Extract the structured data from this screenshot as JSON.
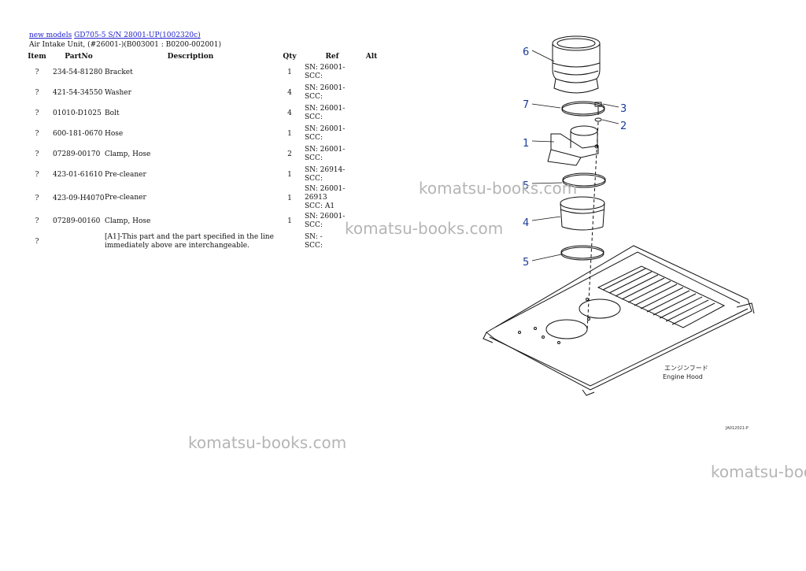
{
  "breadcrumb": {
    "link1": "new models",
    "link2": "GD705-5 S/N 28001-UP(1002320c)"
  },
  "subtitle": "Air Intake Unit, (#26001-)(B003001 : B0200-002001)",
  "table": {
    "headers": {
      "item": "Item",
      "partno": "PartNo",
      "description": "Description",
      "qty": "Qty",
      "ref": "Ref",
      "alt": "Alt"
    },
    "rows": [
      {
        "item": "?",
        "partno": "234-54-81280",
        "description": "Bracket",
        "qty": "1",
        "ref1": "SN: 26001-",
        "ref2": "SCC:"
      },
      {
        "item": "?",
        "partno": "421-54-34550",
        "description": "Washer",
        "qty": "4",
        "ref1": "SN: 26001-",
        "ref2": "SCC:"
      },
      {
        "item": "?",
        "partno": "01010-D1025",
        "description": "Bolt",
        "qty": "4",
        "ref1": "SN: 26001-",
        "ref2": "SCC:"
      },
      {
        "item": "?",
        "partno": "600-181-0670",
        "description": "Hose",
        "qty": "1",
        "ref1": "SN: 26001-",
        "ref2": "SCC:"
      },
      {
        "item": "?",
        "partno": "07289-00170",
        "description": "Clamp, Hose",
        "qty": "2",
        "ref1": "SN: 26001-",
        "ref2": "SCC:"
      },
      {
        "item": "?",
        "partno": "423-01-61610",
        "description": "Pre-cleaner",
        "qty": "1",
        "ref1": "SN: 26914-",
        "ref2": "SCC:"
      },
      {
        "item": "?",
        "partno": "423-09-H4070",
        "description": "Pre-cleaner",
        "qty": "1",
        "ref1": "SN: 26001-26913",
        "ref2": "SCC: A1"
      },
      {
        "item": "?",
        "partno": "07289-00160",
        "description": "Clamp, Hose",
        "qty": "1",
        "ref1": "SN: 26001-",
        "ref2": "SCC:"
      },
      {
        "item": "?",
        "partno": "",
        "description": "[A1]-This part and the part specified in the line immediately above are interchangeable.",
        "qty": "",
        "ref1": "SN: -",
        "ref2": "SCC:"
      }
    ]
  },
  "watermark": "komatsu-books.com",
  "diagram": {
    "callouts": [
      "6",
      "7",
      "3",
      "2",
      "1",
      "5",
      "4",
      "5"
    ],
    "hood_label_jp": "エンジンフード",
    "hood_label_en": "Engine Hood",
    "figure_code": "JA012021-P"
  }
}
